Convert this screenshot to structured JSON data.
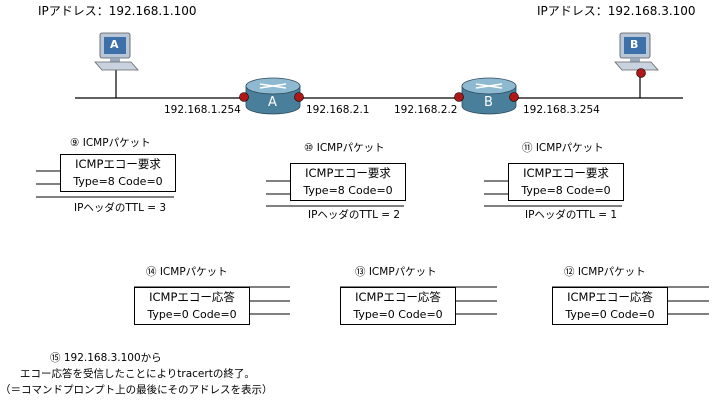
{
  "hosts": {
    "a": {
      "ip_label": "IPアドレス：192.168.1.100",
      "name": "A"
    },
    "b": {
      "ip_label": "IPアドレス：192.168.3.100",
      "name": "B"
    }
  },
  "routers": {
    "a": {
      "name": "A",
      "left_ip": "192.168.1.254",
      "right_ip": "192.168.2.1"
    },
    "b": {
      "name": "B",
      "left_ip": "192.168.2.2",
      "right_ip": "192.168.3.254"
    }
  },
  "requests": [
    {
      "step": "⑨ ICMPパケット",
      "line1": "ICMPエコー要求",
      "line2": "Type=8 Code=0",
      "ttl": "IPヘッダのTTL = 3"
    },
    {
      "step": "⑩ ICMPパケット",
      "line1": "ICMPエコー要求",
      "line2": "Type=8 Code=0",
      "ttl": "IPヘッダのTTL = 2"
    },
    {
      "step": "⑪ ICMPパケット",
      "line1": "ICMPエコー要求",
      "line2": "Type=8 Code=0",
      "ttl": "IPヘッダのTTL = 1"
    }
  ],
  "replies": [
    {
      "step": "⑭ ICMPパケット",
      "line1": "ICMPエコー応答",
      "line2": "Type=0 Code=0"
    },
    {
      "step": "⑬ ICMPパケット",
      "line1": "ICMPエコー応答",
      "line2": "Type=0 Code=0"
    },
    {
      "step": "⑫ ICMPパケット",
      "line1": "ICMPエコー応答",
      "line2": "Type=0 Code=0"
    }
  ],
  "footnote": {
    "line1": "⑮ 192.168.3.100から",
    "line2": "エコー応答を受信したことによりtracertの終了。",
    "line3": "（＝コマンドプロンプト上の最後にそのアドレスを表示）"
  },
  "colors": {
    "router_body": "#4a7f9c",
    "router_top": "#8fb9d0",
    "port_dot": "#b01818",
    "pc_screen": "#3d6fa8"
  }
}
